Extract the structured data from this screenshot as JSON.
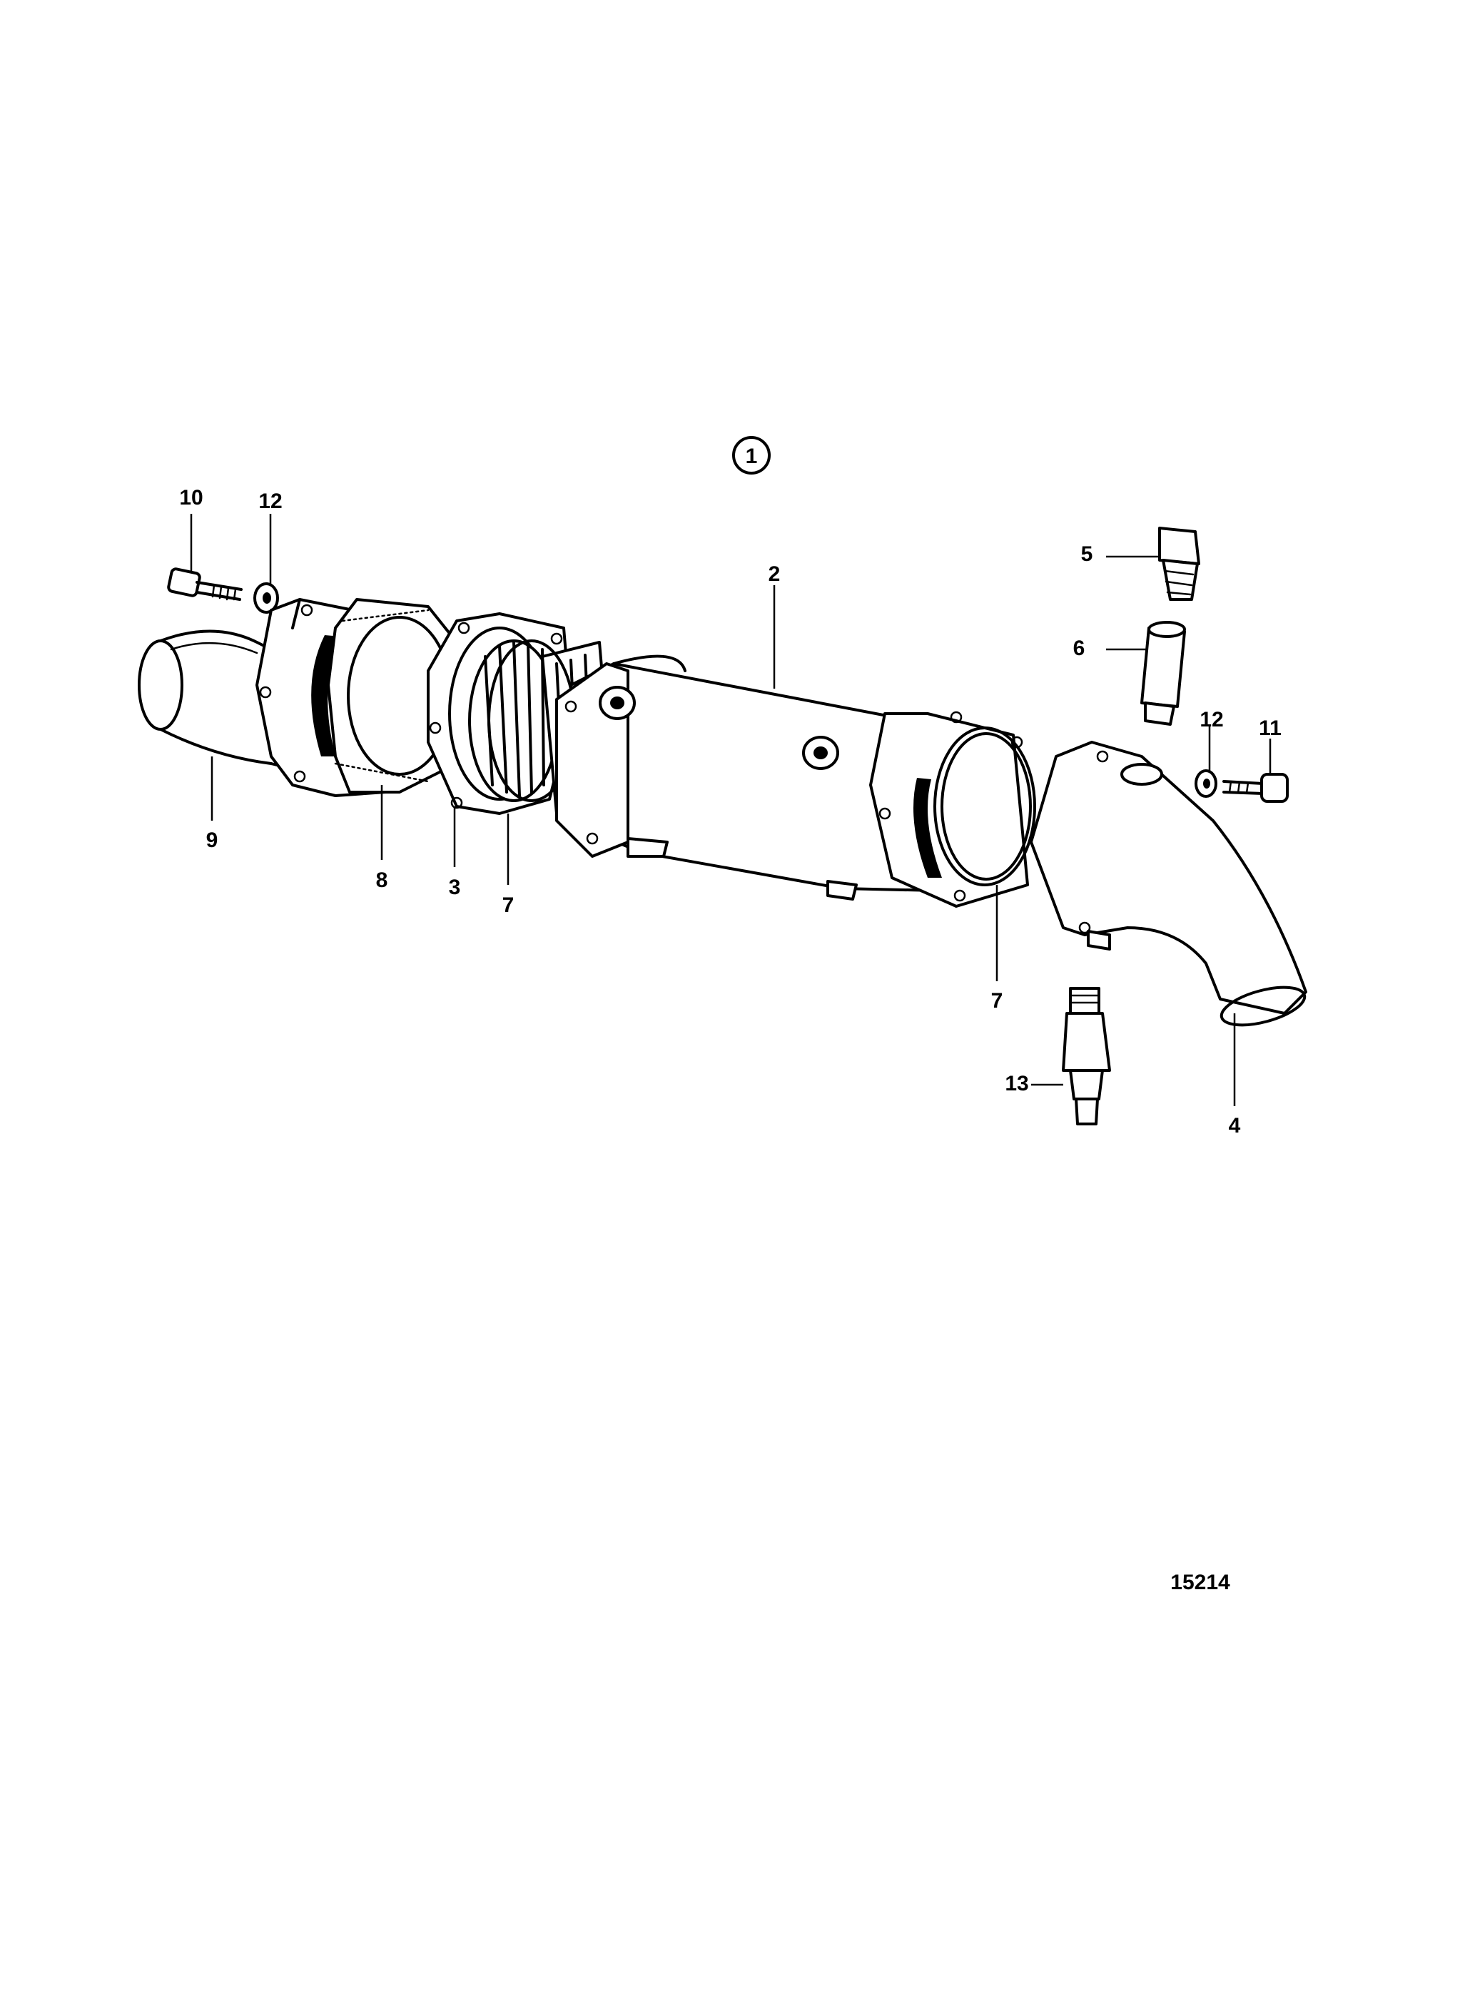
{
  "figure_marker": "1",
  "drawing_number": "15214",
  "callouts": [
    "10",
    "12",
    "2",
    "5",
    "6",
    "12",
    "11",
    "9",
    "8",
    "3",
    "7",
    "7",
    "13",
    "4"
  ]
}
